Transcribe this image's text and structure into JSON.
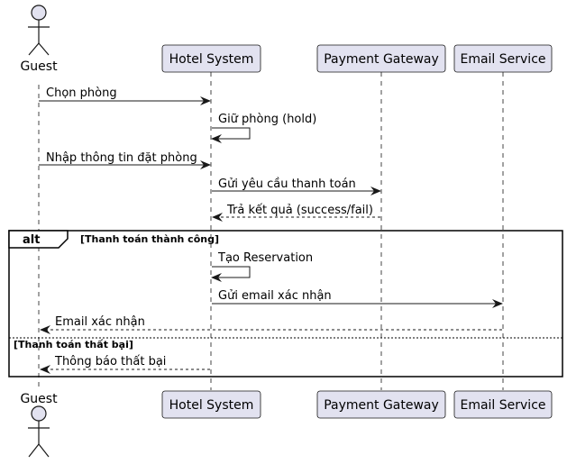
{
  "colors": {
    "participant_fill": "#E2E2F0",
    "participant_stroke": "#181818",
    "lifeline": "#181818",
    "arrow": "#181818",
    "frame": "#000000"
  },
  "participants": {
    "guest": {
      "label": "Guest",
      "kind": "actor",
      "icon": "actor-stick-figure-icon"
    },
    "hotel": {
      "label": "Hotel System",
      "kind": "box"
    },
    "payment": {
      "label": "Payment Gateway",
      "kind": "box"
    },
    "email": {
      "label": "Email Service",
      "kind": "box"
    }
  },
  "messages": [
    {
      "from": "guest",
      "to": "hotel",
      "label": "Chọn phòng",
      "style": "solid"
    },
    {
      "from": "hotel",
      "to": "hotel",
      "label": "Giữ phòng (hold)",
      "style": "solid"
    },
    {
      "from": "guest",
      "to": "hotel",
      "label": "Nhập thông tin đặt phòng",
      "style": "solid"
    },
    {
      "from": "hotel",
      "to": "payment",
      "label": "Gửi yêu cầu thanh toán",
      "style": "solid"
    },
    {
      "from": "payment",
      "to": "hotel",
      "label": "Trả kết quả (success/fail)",
      "style": "dashed"
    },
    {
      "from": "hotel",
      "to": "hotel",
      "label": "Tạo Reservation",
      "style": "solid"
    },
    {
      "from": "hotel",
      "to": "email",
      "label": "Gửi email xác nhận",
      "style": "solid"
    },
    {
      "from": "email",
      "to": "guest",
      "label": "Email xác nhận",
      "style": "dashed"
    },
    {
      "from": "hotel",
      "to": "guest",
      "label": "Thông báo thất bại",
      "style": "dashed"
    }
  ],
  "fragment": {
    "keyword": "alt",
    "condition": "[Thanh toán thành công]",
    "else_condition": "[Thanh toán thất bại]"
  }
}
